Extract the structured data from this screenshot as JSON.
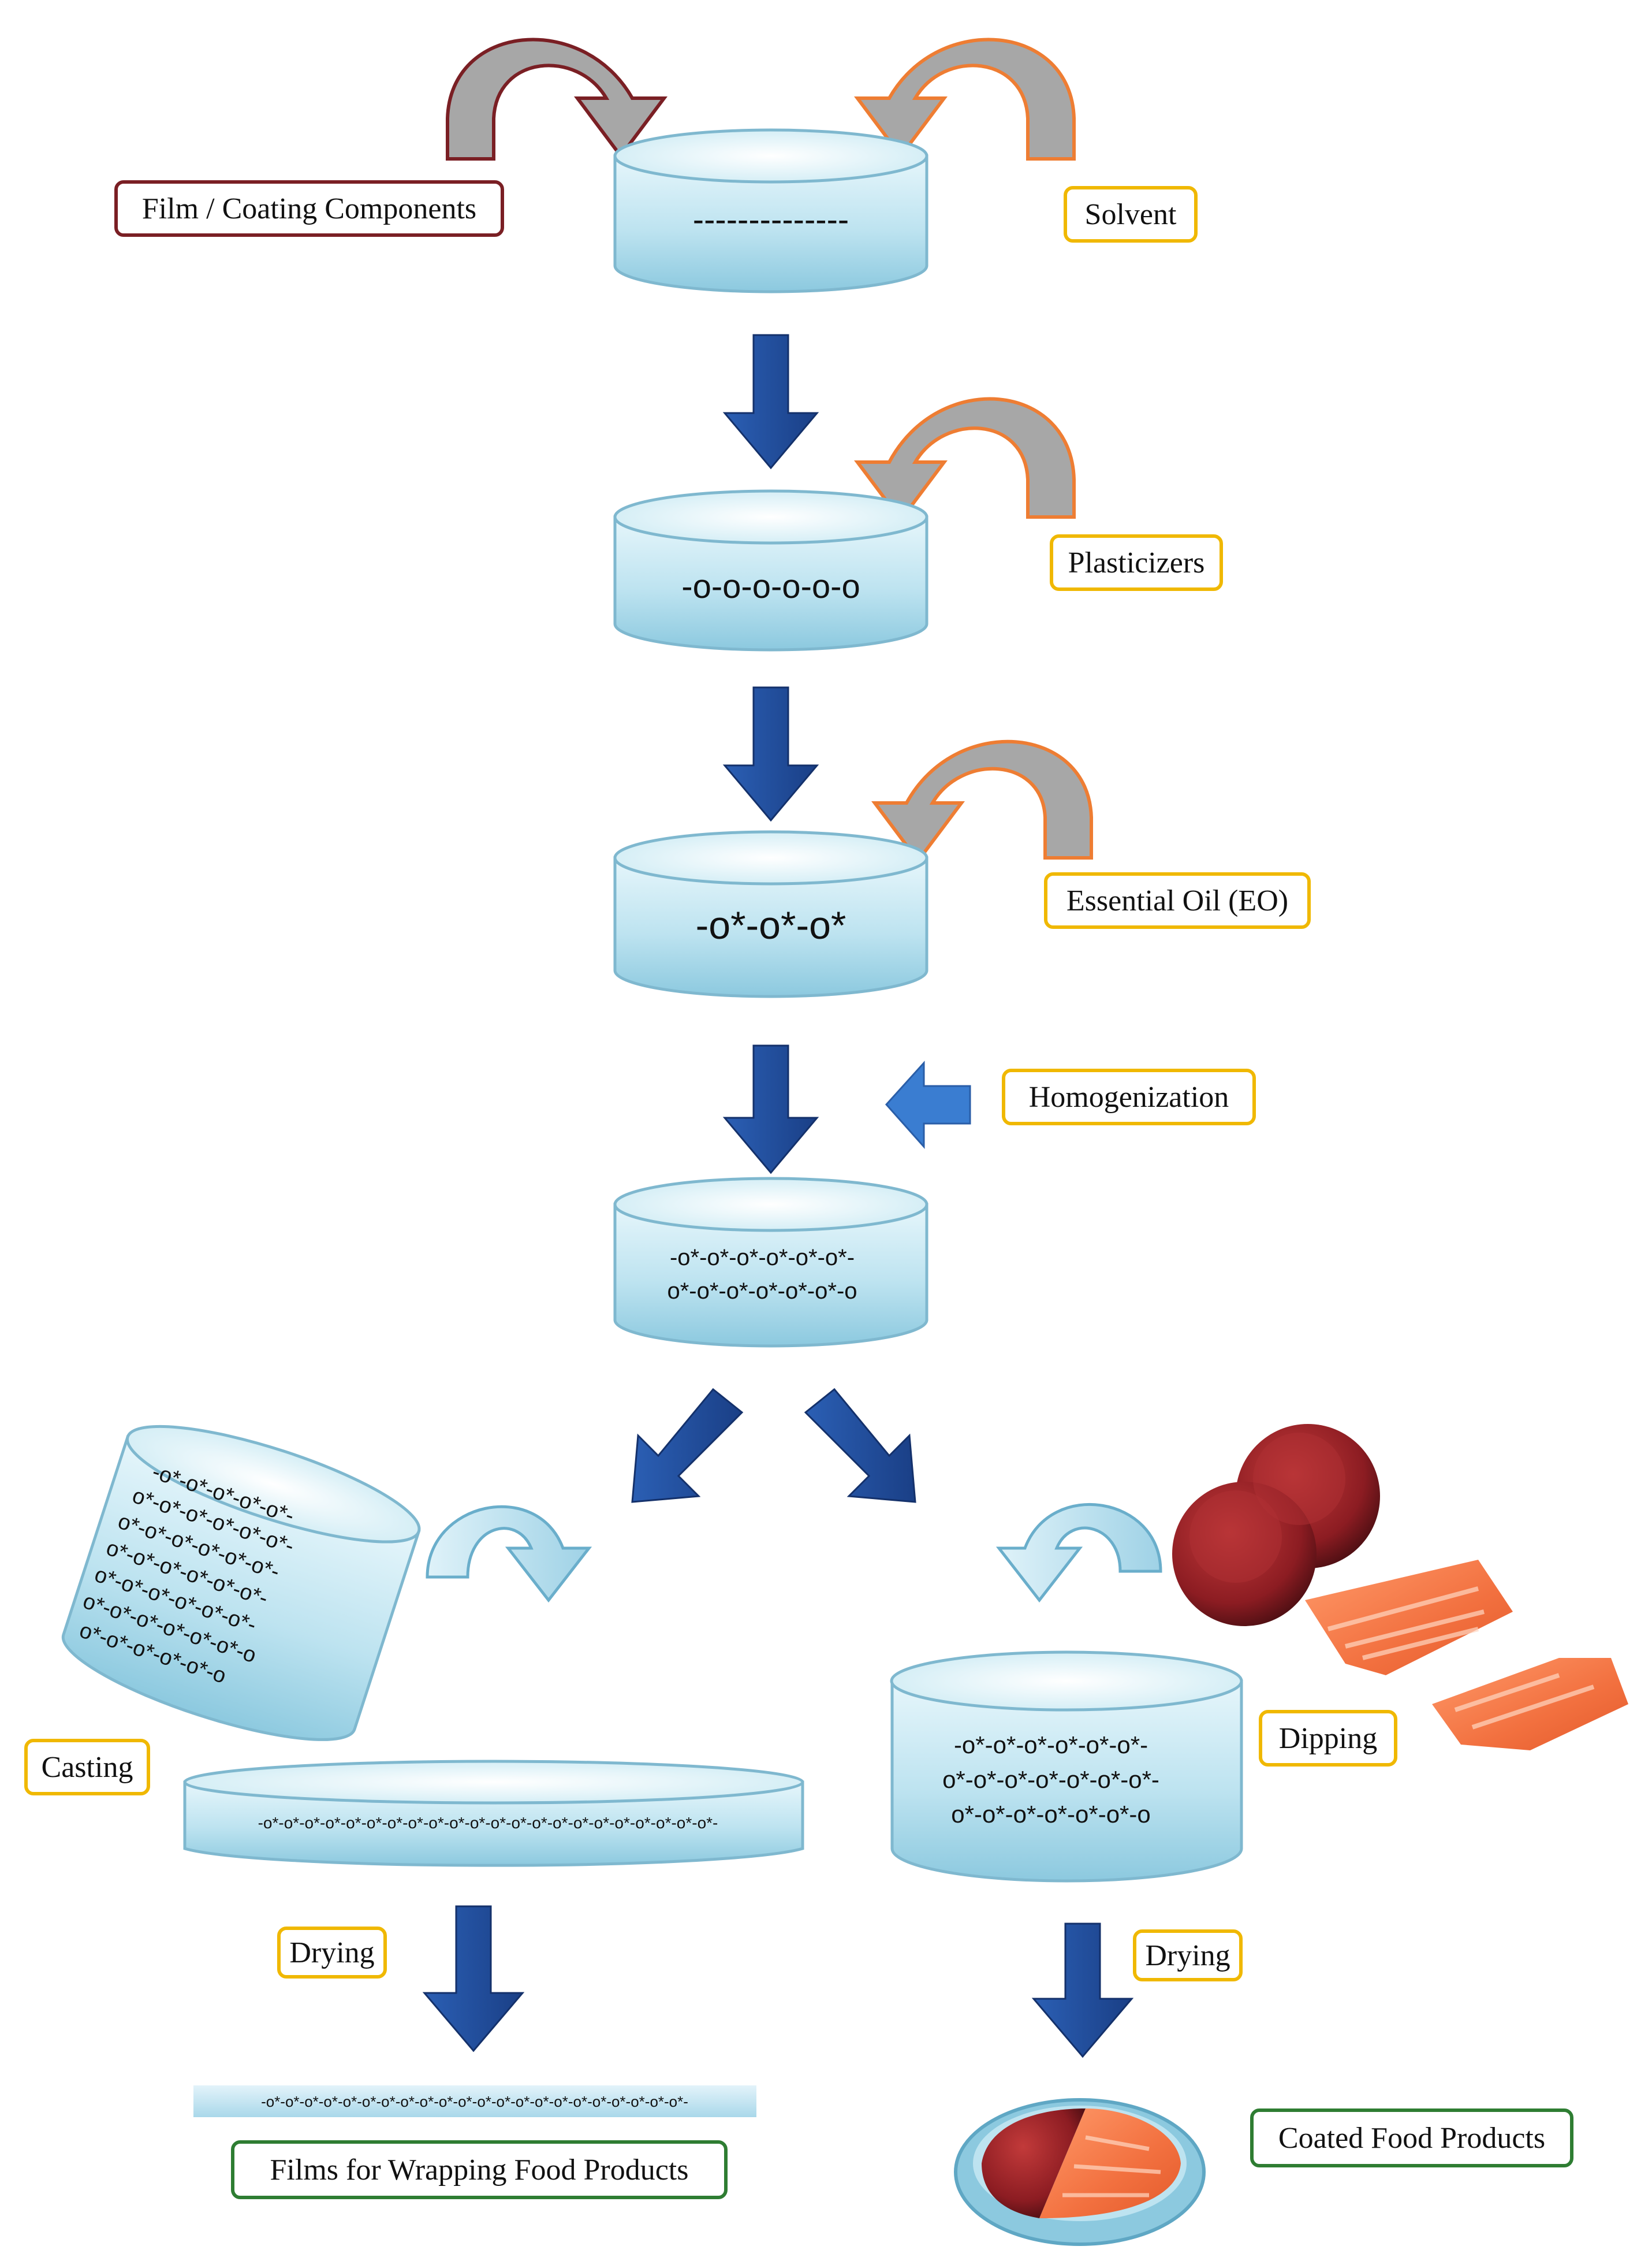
{
  "labels": {
    "film_components": "Film / Coating Components",
    "solvent": "Solvent",
    "plasticizers": "Plasticizers",
    "essential_oil": "Essential Oil (EO)",
    "homogenization": "Homogenization",
    "casting": "Casting",
    "dipping": "Dipping",
    "drying_left": "Drying",
    "drying_right": "Drying",
    "films_output": "Films for Wrapping Food Products",
    "coated_output": "Coated Food Products"
  },
  "containers": {
    "c1": "--------------",
    "c2": "-o-o-o-o-o-o",
    "c3": "-o*-o*-o*",
    "c4_line1": "-o*-o*-o*-o*-o*-o*-",
    "c4_line2": "o*-o*-o*-o*-o*-o*-o",
    "tilted_line1": "-o*-o*-o*-o*-o*-",
    "tilted_line2": "o*-o*-o*-o*-o*-o*-",
    "tilted_line3": "o*-o*-o*-o*-o*-o*-",
    "tilted_line4": "o*-o*-o*-o*-o*-o*-",
    "tilted_line5": "o*-o*-o*-o*-o*-o*-",
    "tilted_line6": "o*-o*-o*-o*-o*-o*-o",
    "tilted_line7": "o*-o*-o*-o*-o*-o",
    "casting_tray": "-o*-o*-o*-o*-o*-o*-o*-o*-o*-o*-o*-o*-o*-o*-o*-o*-o*-o*-o*-o*-o*-o*-",
    "dip_line1": "-o*-o*-o*-o*-o*-o*-",
    "dip_line2": "o*-o*-o*-o*-o*-o*-o*-",
    "dip_line3": "o*-o*-o*-o*-o*-o*-o",
    "film_strip": "-o*-o*-o*-o*-o*-o*-o*-o*-o*-o*-o*-o*-o*-o*-o*-o*-o*-o*-o*-o*-o*-o*-"
  },
  "colors": {
    "flow_arrow": "#1f4e9c",
    "container_fill": "#bfe4f1",
    "maroon": "#7a1f24",
    "orange": "#ee7d33",
    "label_yellow": "#f0b800",
    "label_green": "#2e7d32"
  }
}
